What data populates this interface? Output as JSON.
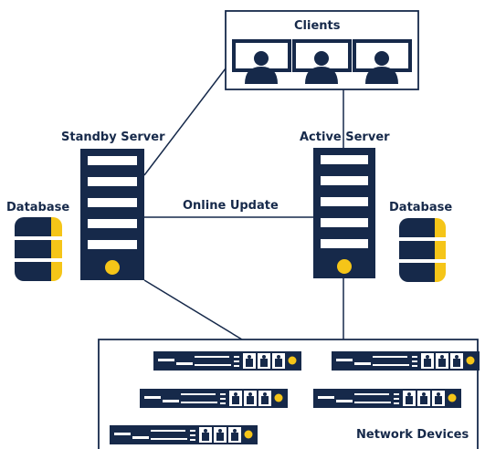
{
  "labels": {
    "clients": "Clients",
    "standby_server": "Standby Server",
    "active_server": "Active Server",
    "database_left": "Database",
    "database_right": "Database",
    "online_update": "Online Update",
    "network_devices": "Network Devices"
  },
  "colors": {
    "navy": "#16294a",
    "yellow": "#f5c518",
    "white": "#ffffff",
    "line": "#16294a"
  },
  "icons": [
    "monitor-user-icon",
    "server-rack-icon",
    "database-icon",
    "network-device-icon"
  ]
}
